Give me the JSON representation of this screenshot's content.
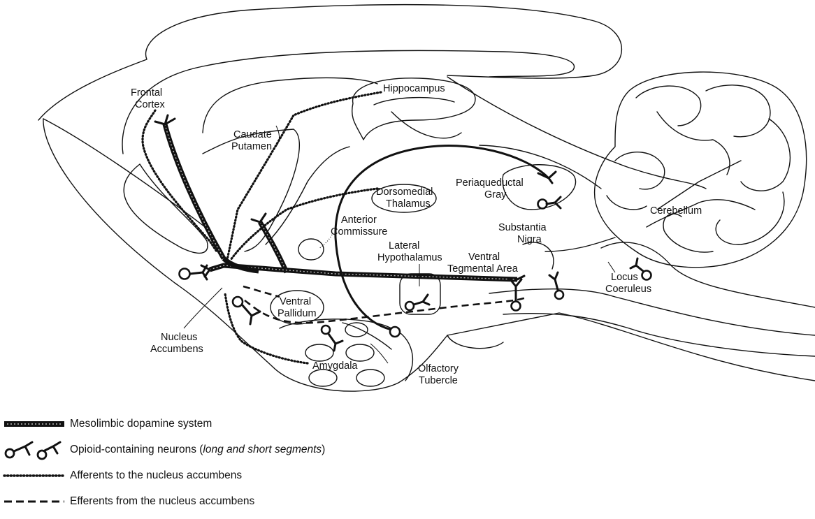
{
  "regions": {
    "frontal_cortex": [
      "Frontal",
      "Cortex"
    ],
    "hippocampus": "Hippocampus",
    "caudate_putamen": [
      "Caudate",
      "Putamen"
    ],
    "dorsomedial_thalamus": [
      "Dorsomedial",
      "Thalamus"
    ],
    "periaqueductal_gray": [
      "Periaqueductal",
      "Gray"
    ],
    "cerebellum": "Cerebellum",
    "anterior_commissure": [
      "Anterior",
      "Commissure"
    ],
    "substantia_nigra": [
      "Substantia",
      "Nigra"
    ],
    "lateral_hypothalamus": [
      "Lateral",
      "Hypothalamus"
    ],
    "ventral_tegmental_area": [
      "Ventral",
      "Tegmental Area"
    ],
    "locus_coeruleus": [
      "Locus",
      "Coeruleus"
    ],
    "ventral_pallidum": [
      "Ventral",
      "Pallidum"
    ],
    "nucleus_accumbens": [
      "Nucleus",
      "Accumbens"
    ],
    "amygdala": "Amygdala",
    "olfactory_tubercle": [
      "Olfactory",
      "Tubercle"
    ]
  },
  "legend": {
    "mesolimbic": "Mesolimbic dopamine system",
    "opioid_main": "Opioid-containing neurons (",
    "opioid_italic": "long and short segments",
    "opioid_close": ")",
    "afferents": "Afferents to the nucleus accumbens",
    "efferents": "Efferents from the nucleus accumbens"
  }
}
